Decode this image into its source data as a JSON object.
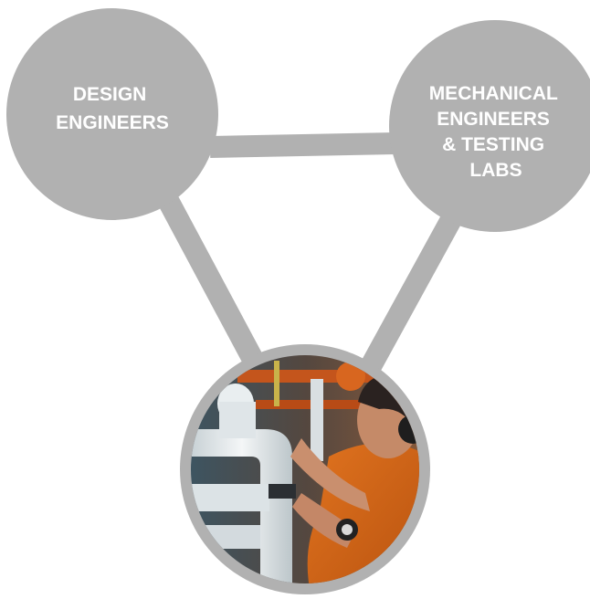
{
  "diagram": {
    "nodes": [
      {
        "id": "design",
        "lines": [
          "DESIGN",
          "ENGINEERS"
        ]
      },
      {
        "id": "mechanical",
        "lines": [
          "MECHANICAL",
          "ENGINEERS",
          "& TESTING",
          "LABS"
        ]
      },
      {
        "id": "technician",
        "lines": [],
        "image": "technician-photo"
      }
    ],
    "edges": [
      {
        "from": "design",
        "to": "mechanical"
      },
      {
        "from": "design",
        "to": "technician"
      },
      {
        "from": "mechanical",
        "to": "technician"
      }
    ]
  },
  "colors": {
    "node": "#b1b1b1",
    "edge": "#b1b1b1",
    "text": "#ffffff",
    "photo_ring": "#b1b1b1"
  }
}
